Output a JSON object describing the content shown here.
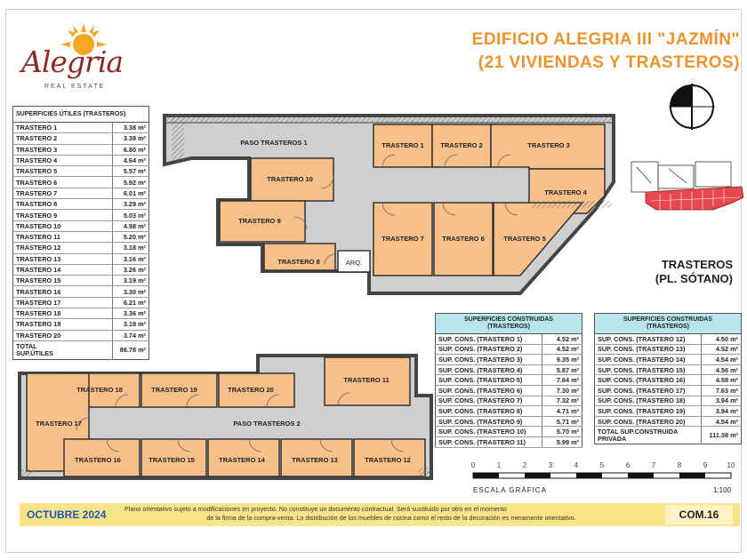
{
  "logo": {
    "brand": "Alegria",
    "sub": "REAL ESTATE"
  },
  "title": {
    "line1": "EDIFICIO ALEGRIA III \"JAZMÍN\"",
    "line2": "(21 VIVIENDAS Y TRASTEROS)"
  },
  "area": {
    "line1": "TRASTEROS",
    "line2": "(PL. SÓTANO)"
  },
  "plan_labels": {
    "paso1": "PASO TRASTEROS 1",
    "paso2": "PASO TRASTEROS 2",
    "arq": "ARQ.",
    "t1": "TRASTERO 1",
    "t2": "TRASTERO 2",
    "t3": "TRASTERO 3",
    "t4": "TRASTERO 4",
    "t5": "TRASTERO 5",
    "t6": "TRASTERO 6",
    "t7": "TRASTERO 7",
    "t8": "TRASTERO 8",
    "t9": "TRASTERO 9",
    "t10": "TRASTERO 10",
    "t11": "TRASTERO 11",
    "t12": "TRASTERO 12",
    "t13": "TRASTERO 13",
    "t14": "TRASTERO 14",
    "t15": "TRASTERO 15",
    "t16": "TRASTERO 16",
    "t17": "TRASTERO 17",
    "t18": "TRASTERO 18",
    "t19": "TRASTERO 19",
    "t20": "TRASTERO 20"
  },
  "useful_table": {
    "header": "SUPERFICIES ÚTILES (TRASTEROS)",
    "rows": [
      {
        "label": "TRASTERO 1",
        "value": "3.38 m²"
      },
      {
        "label": "TRASTERO 2",
        "value": "3.38 m²"
      },
      {
        "label": "TRASTERO 3",
        "value": "6.80 m²"
      },
      {
        "label": "TRASTERO 4",
        "value": "4.64 m²"
      },
      {
        "label": "TRASTERO 5",
        "value": "5.57 m²"
      },
      {
        "label": "TRASTERO 6",
        "value": "5.92 m²"
      },
      {
        "label": "TRASTERO 7",
        "value": "6.01 m²"
      },
      {
        "label": "TRASTERO 8",
        "value": "3.29 m²"
      },
      {
        "label": "TRASTERO 9",
        "value": "5.03 m²"
      },
      {
        "label": "TRASTERO 10",
        "value": "4.98 m²"
      },
      {
        "label": "TRASTERO 11",
        "value": "5.20 m²"
      },
      {
        "label": "TRASTERO 12",
        "value": "3.18 m²"
      },
      {
        "label": "TRASTERO 13",
        "value": "3.16 m²"
      },
      {
        "label": "TRASTERO 14",
        "value": "3.26 m²"
      },
      {
        "label": "TRASTERO 15",
        "value": "3.19 m²"
      },
      {
        "label": "TRASTERO 16",
        "value": "3.30 m²"
      },
      {
        "label": "TRASTERO 17",
        "value": "6.21 m²"
      },
      {
        "label": "TRASTERO 18",
        "value": "3.36 m²"
      },
      {
        "label": "TRASTERO 19",
        "value": "3.18 m²"
      },
      {
        "label": "TRASTERO 20",
        "value": "3.74 m²"
      }
    ],
    "total_label_1": "TOTAL",
    "total_label_2": "SUP.ÚTILES",
    "total_value": "86.78 m²"
  },
  "constructed_table_a": {
    "header_1": "SUPERFICIES CONSTRUIDAS",
    "header_2": "(TRASTEROS)",
    "rows": [
      {
        "label": "SUP. CONS. (TRASTERO 1)",
        "value": "4.52 m²"
      },
      {
        "label": "SUP. CONS. (TRASTERO 2)",
        "value": "4.52 m²"
      },
      {
        "label": "SUP. CONS. (TRASTERO 3)",
        "value": "9.35 m²"
      },
      {
        "label": "SUP. CONS. (TRASTERO 4)",
        "value": "5.87 m²"
      },
      {
        "label": "SUP. CONS. (TRASTERO 5)",
        "value": "7.64 m²"
      },
      {
        "label": "SUP. CONS. (TRASTERO 6)",
        "value": "7.30 m²"
      },
      {
        "label": "SUP. CONS. (TRASTERO 7)",
        "value": "7.32 m²"
      },
      {
        "label": "SUP. CONS. (TRASTERO 8)",
        "value": "4.71 m²"
      },
      {
        "label": "SUP. CONS. (TRASTERO 9)",
        "value": "5.71 m²"
      },
      {
        "label": "SUP. CONS. (TRASTERO 10)",
        "value": "5.70 m²"
      },
      {
        "label": "SUP. CONS. (TRASTERO 11)",
        "value": "5.99 m²"
      }
    ]
  },
  "constructed_table_b": {
    "header_1": "SUPERFICIES CONSTRUIDAS",
    "header_2": "(TRASTEROS)",
    "rows": [
      {
        "label": "SUP. CONS. (TRASTERO 12)",
        "value": "4.50 m²"
      },
      {
        "label": "SUP. CONS. (TRASTERO 13)",
        "value": "4.52 m²"
      },
      {
        "label": "SUP. CONS. (TRASTERO 14)",
        "value": "4.54 m²"
      },
      {
        "label": "SUP. CONS. (TRASTERO 15)",
        "value": "4.56 m²"
      },
      {
        "label": "SUP. CONS. (TRASTERO 16)",
        "value": "4.58 m²"
      },
      {
        "label": "SUP. CONS. (TRASTERO 17)",
        "value": "7.63 m²"
      },
      {
        "label": "SUP. CONS. (TRASTERO 18)",
        "value": "3.94 m²"
      },
      {
        "label": "SUP. CONS. (TRASTERO 19)",
        "value": "3.94 m²"
      },
      {
        "label": "SUP. CONS. (TRASTERO 20)",
        "value": "4.54 m²"
      }
    ],
    "total_label_1": "TOTAL SUP.CONSTRUIDA",
    "total_label_2": "PRIVADA",
    "total_value": "111.38 m²"
  },
  "scale": {
    "ticks": [
      "0",
      "1",
      "2",
      "3",
      "4",
      "5",
      "6",
      "7",
      "8",
      "9",
      "10"
    ],
    "label": "ESCALA GRÁFICA",
    "ratio": "1:100"
  },
  "footer": {
    "date": "OCTUBRE 2024",
    "note_1": "Plano orientativo sujeto a modificaciones en proyecto. No constituye un documento contractual. Será sustituido por otro en el momento",
    "note_2": "de la firma de la compra-venta. Lo distribución de los muebles de cocina como el resto de la decoración es meramente orientativo.",
    "code": "COM.16"
  },
  "colors": {
    "storage": "#f7c08a",
    "corridor": "#cfcfcf",
    "title": "#f0922b",
    "table_header": "#b9e6ed",
    "footer": "#fbe38a",
    "date": "#1e57b5",
    "key_highlight": "#e8474d"
  }
}
